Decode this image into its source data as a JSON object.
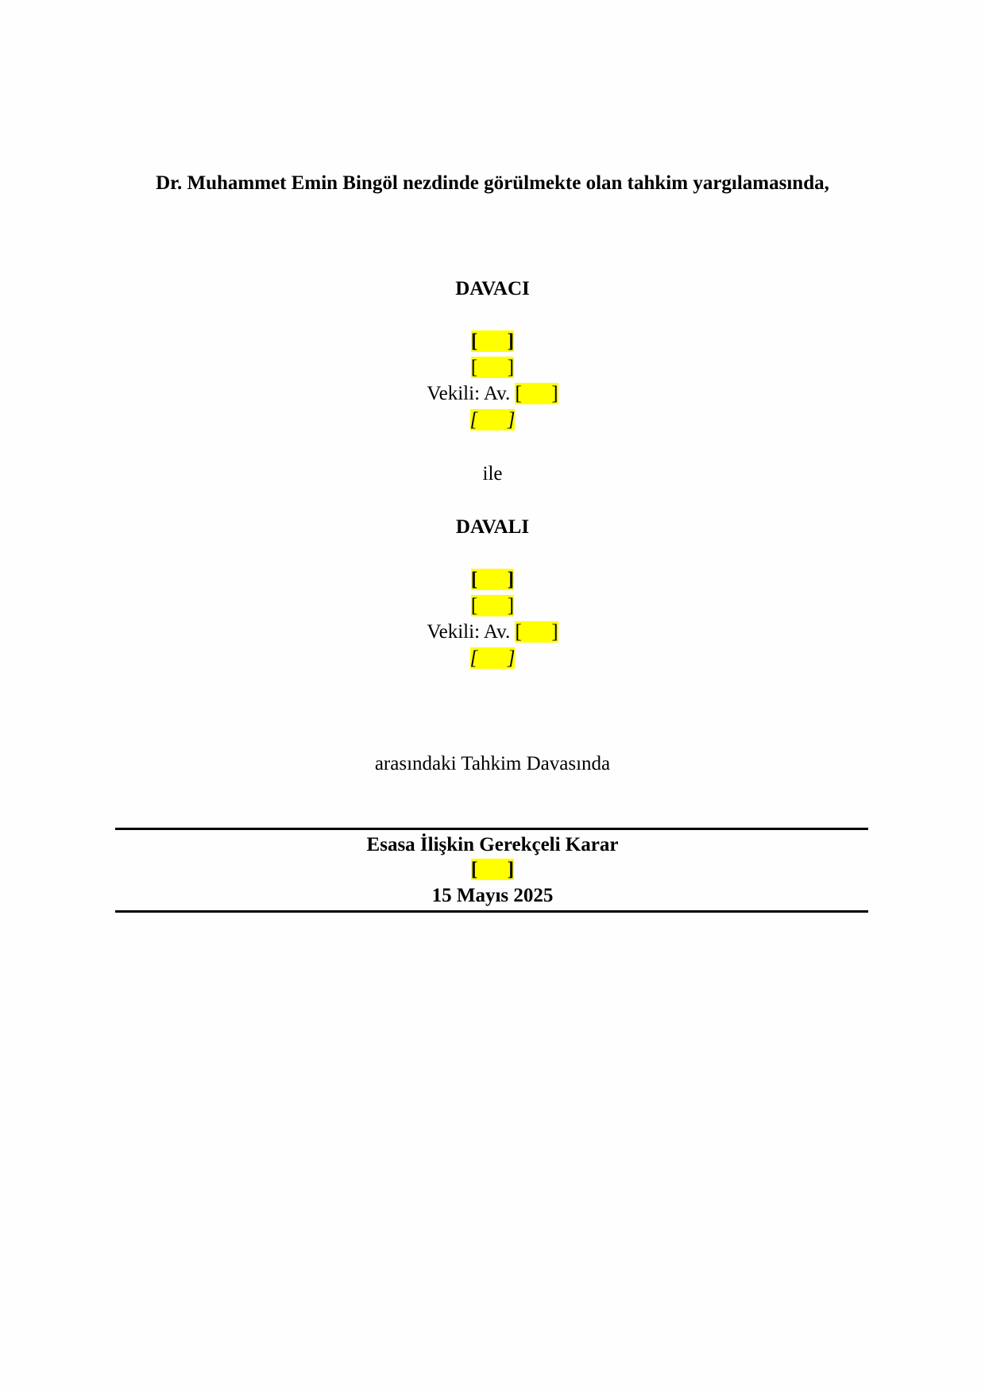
{
  "heading": "Dr. Muhammet Emin Bingöl nezdinde görülmekte olan tahkim yargılamasında,",
  "claimant": {
    "label": "DAVACI",
    "name_placeholder": "[      ]",
    "address_placeholder": "[      ]",
    "counsel_prefix": "Vekili: Av. ",
    "counsel_placeholder": "[      ]",
    "counsel_address_placeholder": "[      ]"
  },
  "connector": "ile",
  "respondent": {
    "label": "DAVALI",
    "name_placeholder": "[      ]",
    "address_placeholder": "[      ]",
    "counsel_prefix": "Vekili: Av. ",
    "counsel_placeholder": "[      ]",
    "counsel_address_placeholder": "[      ]"
  },
  "case_line": "arasındaki Tahkim Davasında",
  "award": {
    "title": "Esasa İlişkin Gerekçeli Karar",
    "number_placeholder": "[      ]",
    "date": "15 Mayıs 2025"
  },
  "colors": {
    "highlight": "#ffff00"
  }
}
